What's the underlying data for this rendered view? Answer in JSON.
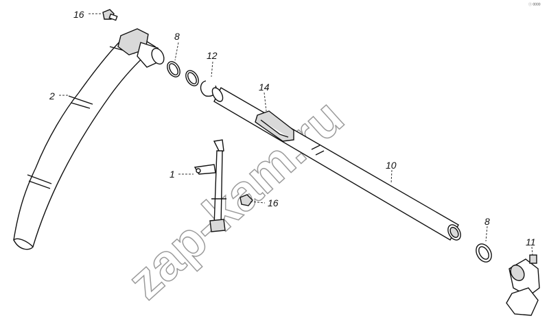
{
  "watermark": "zap-kam.ru",
  "corner_mark": "ⓡ 0000",
  "callouts": {
    "part_1": "1",
    "part_2": "2",
    "part_8_top": "8",
    "part_8_bottom": "8",
    "part_10": "10",
    "part_11": "11",
    "part_12": "12",
    "part_14": "14",
    "part_16_top": "16",
    "part_16_mid": "16"
  }
}
